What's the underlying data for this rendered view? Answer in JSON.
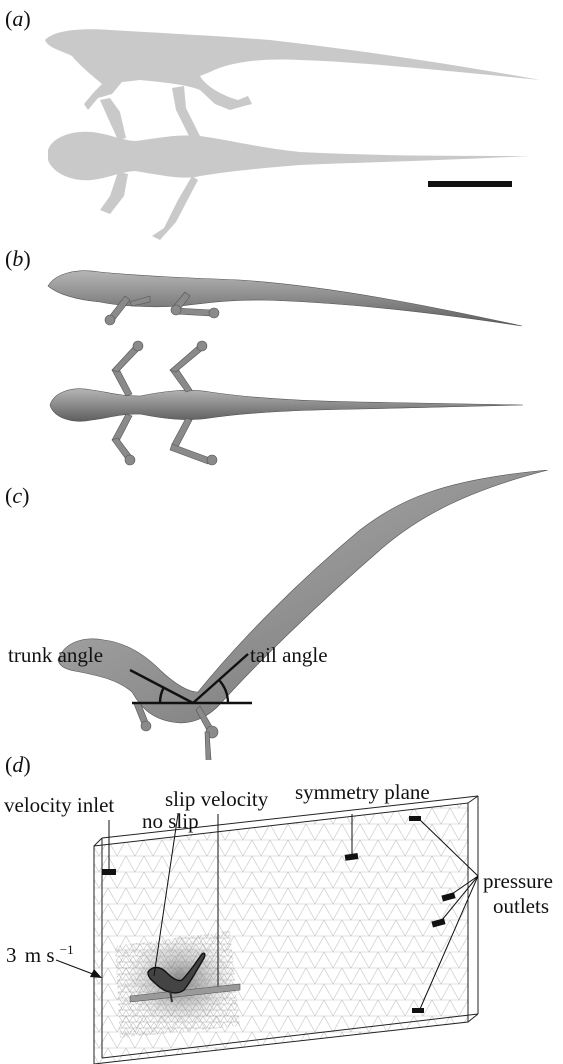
{
  "panels": {
    "a": {
      "open": "(",
      "letter": "a",
      "close": ")"
    },
    "b": {
      "open": "(",
      "letter": "b",
      "close": ")"
    },
    "c": {
      "open": "(",
      "letter": "c",
      "close": ")"
    },
    "d": {
      "open": "(",
      "letter": "d",
      "close": ")"
    }
  },
  "panel_c": {
    "trunk_angle_label": "trunk angle",
    "tail_angle_label": "tail angle"
  },
  "panel_d": {
    "velocity_inlet_label": "velocity inlet",
    "slip_velocity_label": "slip velocity",
    "no_slip_label": "no slip",
    "symmetry_plane_label": "symmetry plane",
    "pressure_label": "pressure",
    "outlets_label": "outlets",
    "speed_value": "3",
    "speed_unit": "m s",
    "speed_exponent": "−1"
  },
  "colors": {
    "silhouette": "#c9c9c9",
    "model": "#8c8c8c",
    "line": "#111111",
    "mesh": "#bdbdbd"
  }
}
